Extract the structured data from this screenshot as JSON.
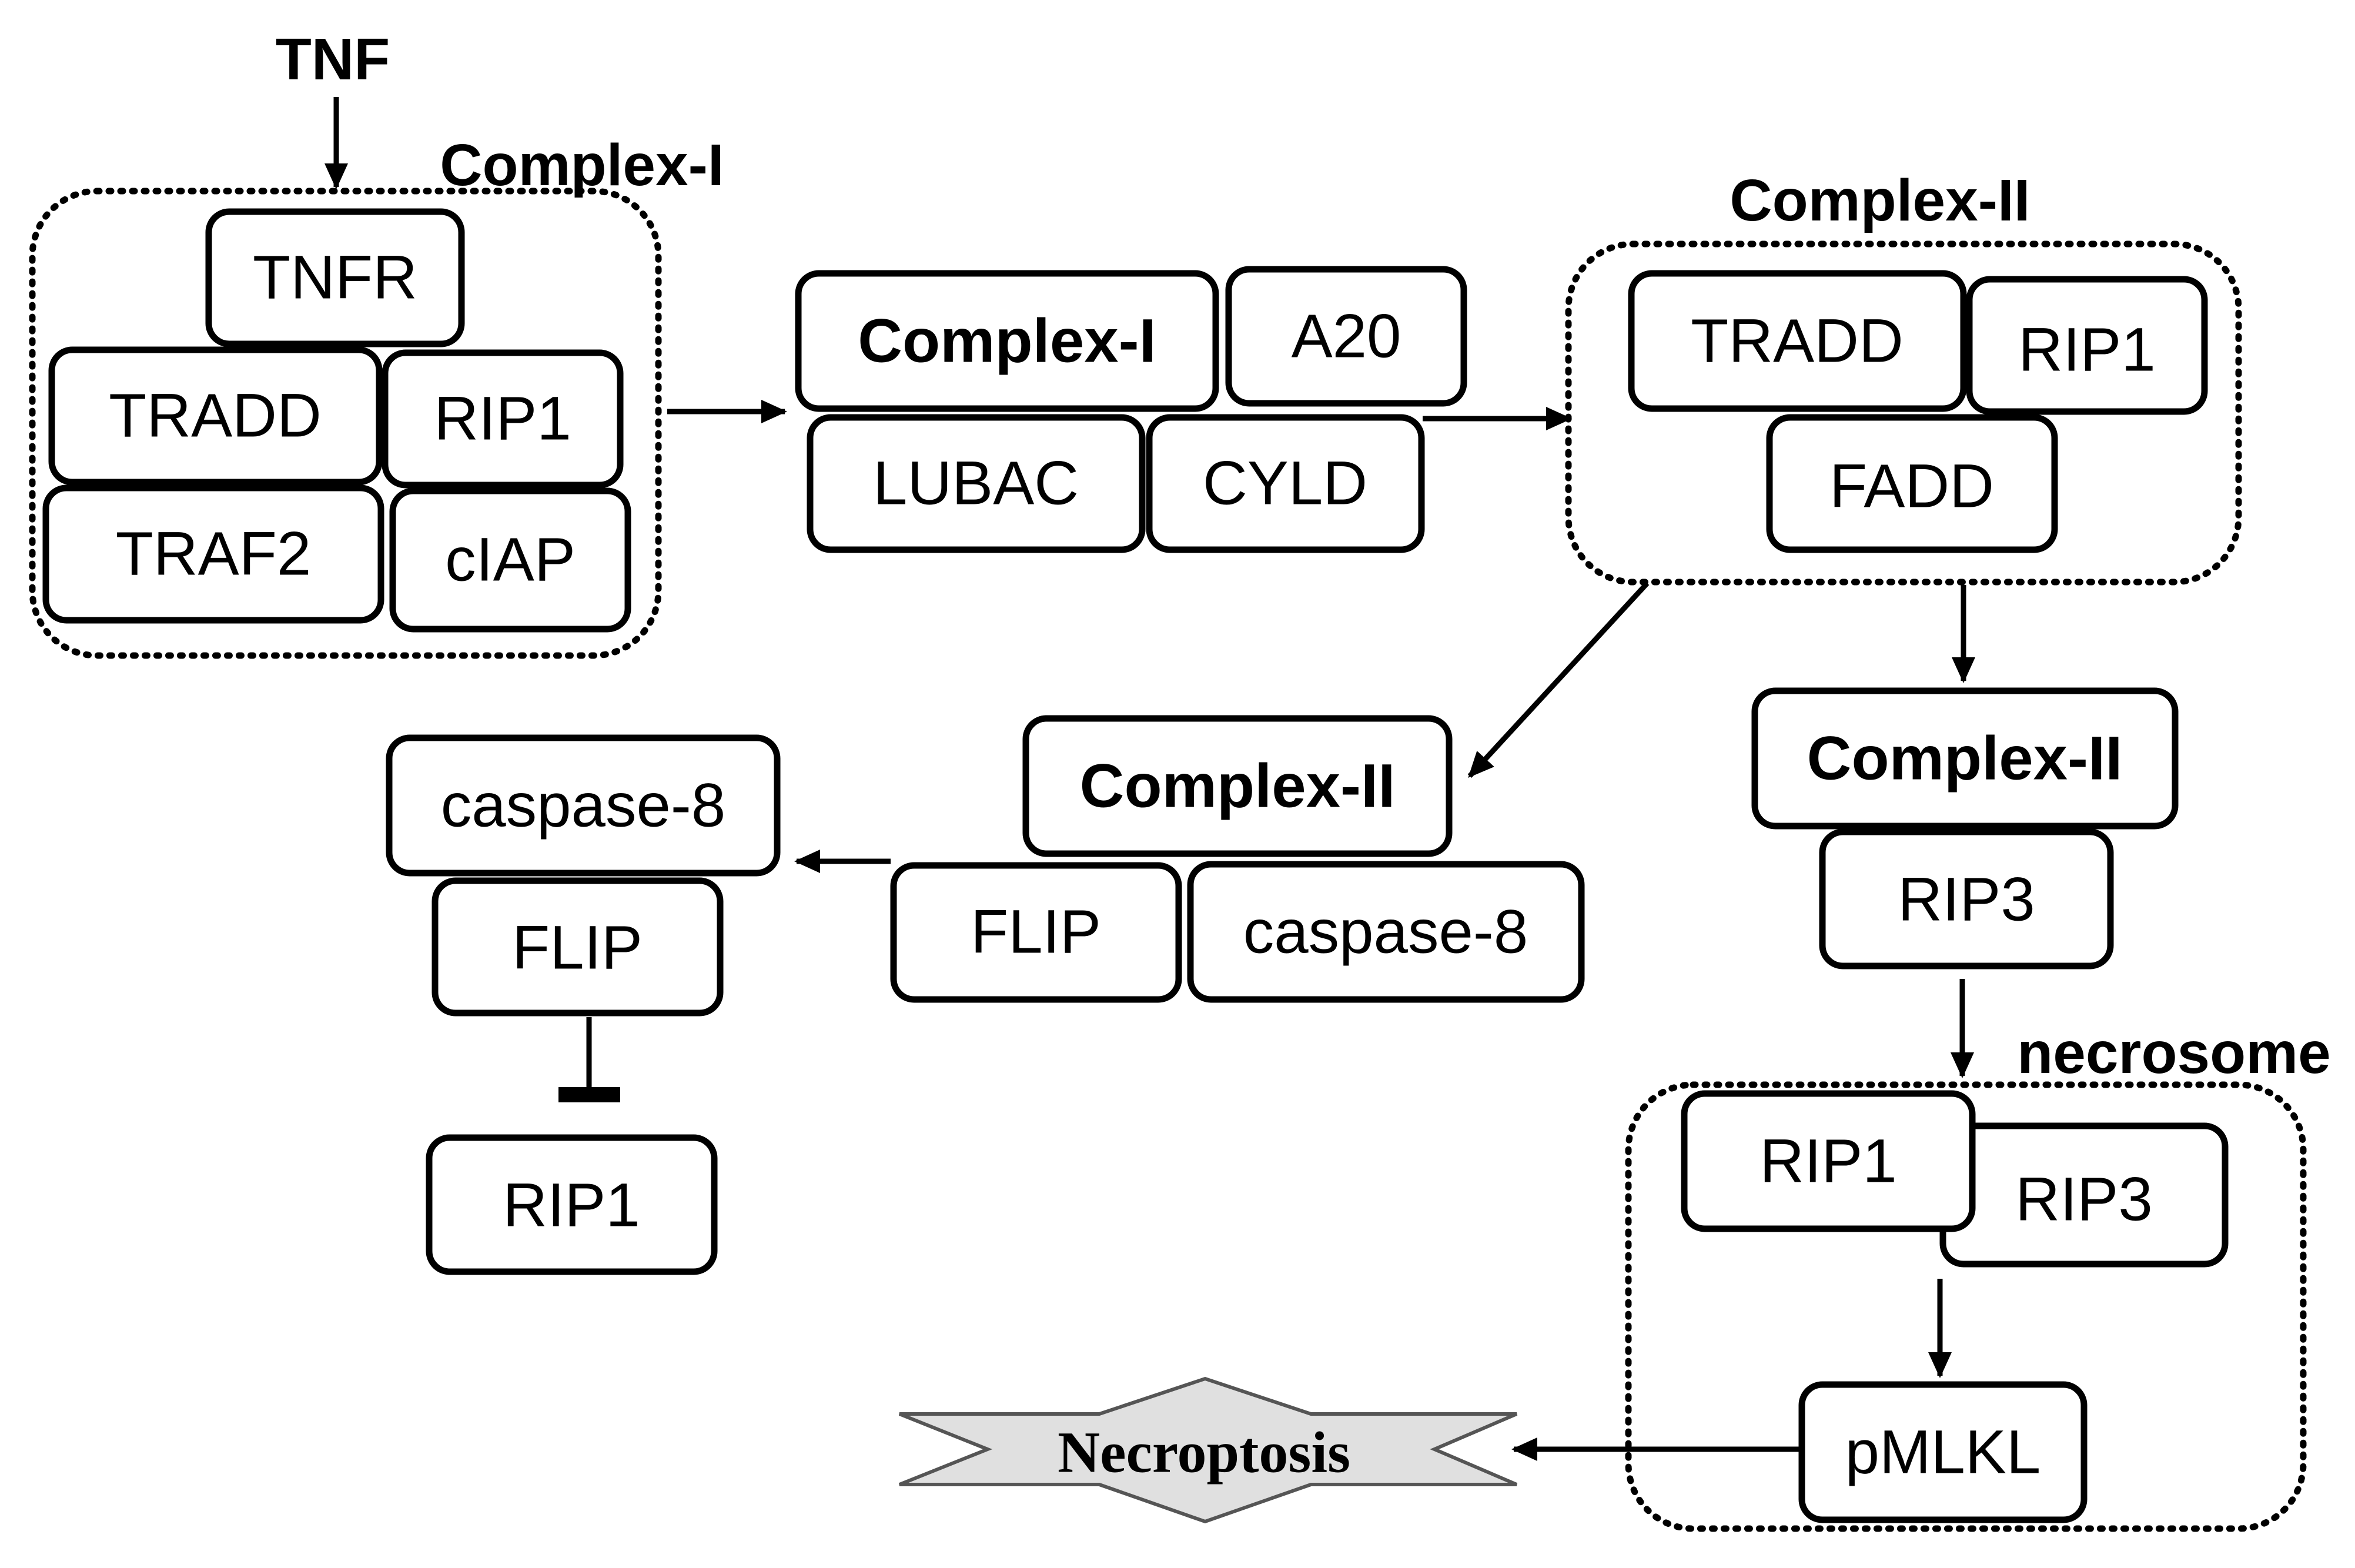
{
  "input": {
    "label": "TNF"
  },
  "complex1": {
    "title": "Complex-I",
    "tnfr": "TNFR",
    "tradd": "TRADD",
    "rip1": "RIP1",
    "traf2": "TRAF2",
    "ciap": "cIAP"
  },
  "regulation": {
    "complex1": "Complex-I",
    "a20": "A20",
    "lubac": "LUBAC",
    "cyld": "CYLD"
  },
  "complex2": {
    "title": "Complex-II",
    "tradd": "TRADD",
    "rip1": "RIP1",
    "fadd": "FADD"
  },
  "complex2_flip": {
    "title": "Complex-II",
    "flip": "FLIP",
    "caspase8": "caspase-8"
  },
  "inhibition": {
    "caspase8": "caspase-8",
    "flip": "FLIP",
    "rip1": "RIP1"
  },
  "complex2_rip3": {
    "title": "Complex-II",
    "rip3": "RIP3"
  },
  "necrosome": {
    "title": "necrosome",
    "rip1": "RIP1",
    "rip3": "RIP3",
    "pmlkl": "pMLKL"
  },
  "outcome": {
    "label": "Necroptosis"
  }
}
